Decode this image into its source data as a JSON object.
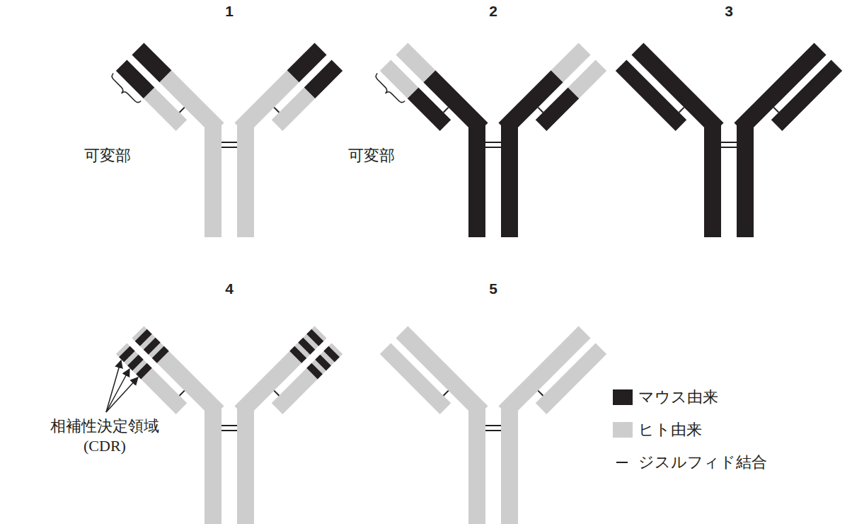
{
  "diagram": {
    "labels": [
      "1",
      "2",
      "3",
      "4",
      "5",
      "可変部",
      "可変部",
      "相補性決定領域 (CDR)"
    ],
    "legend": [
      {
        "text": "マウス由来",
        "color": "#231f20"
      },
      {
        "text": "ヒト由来",
        "color": "#cdcdcd"
      },
      {
        "text": "ジスルフィド結合"
      }
    ]
  }
}
